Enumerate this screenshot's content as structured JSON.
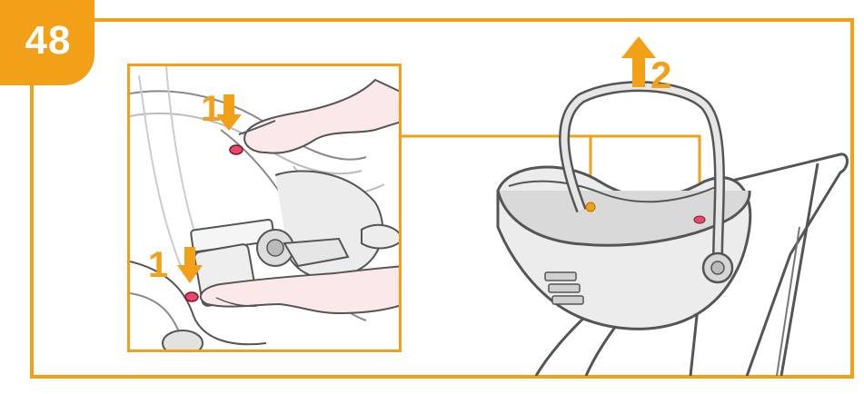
{
  "step": {
    "number": "48"
  },
  "labels": {
    "press_1_top": "1",
    "press_1_bottom": "1",
    "lift_2": "2"
  },
  "colors": {
    "accent": "#F2A017",
    "button": "#E8486A",
    "hand": "#FBE9EA",
    "line": "#555555",
    "seat_grey": "#D9D9D9"
  },
  "icons": [
    "arrow-down-icon",
    "arrow-up-icon"
  ]
}
